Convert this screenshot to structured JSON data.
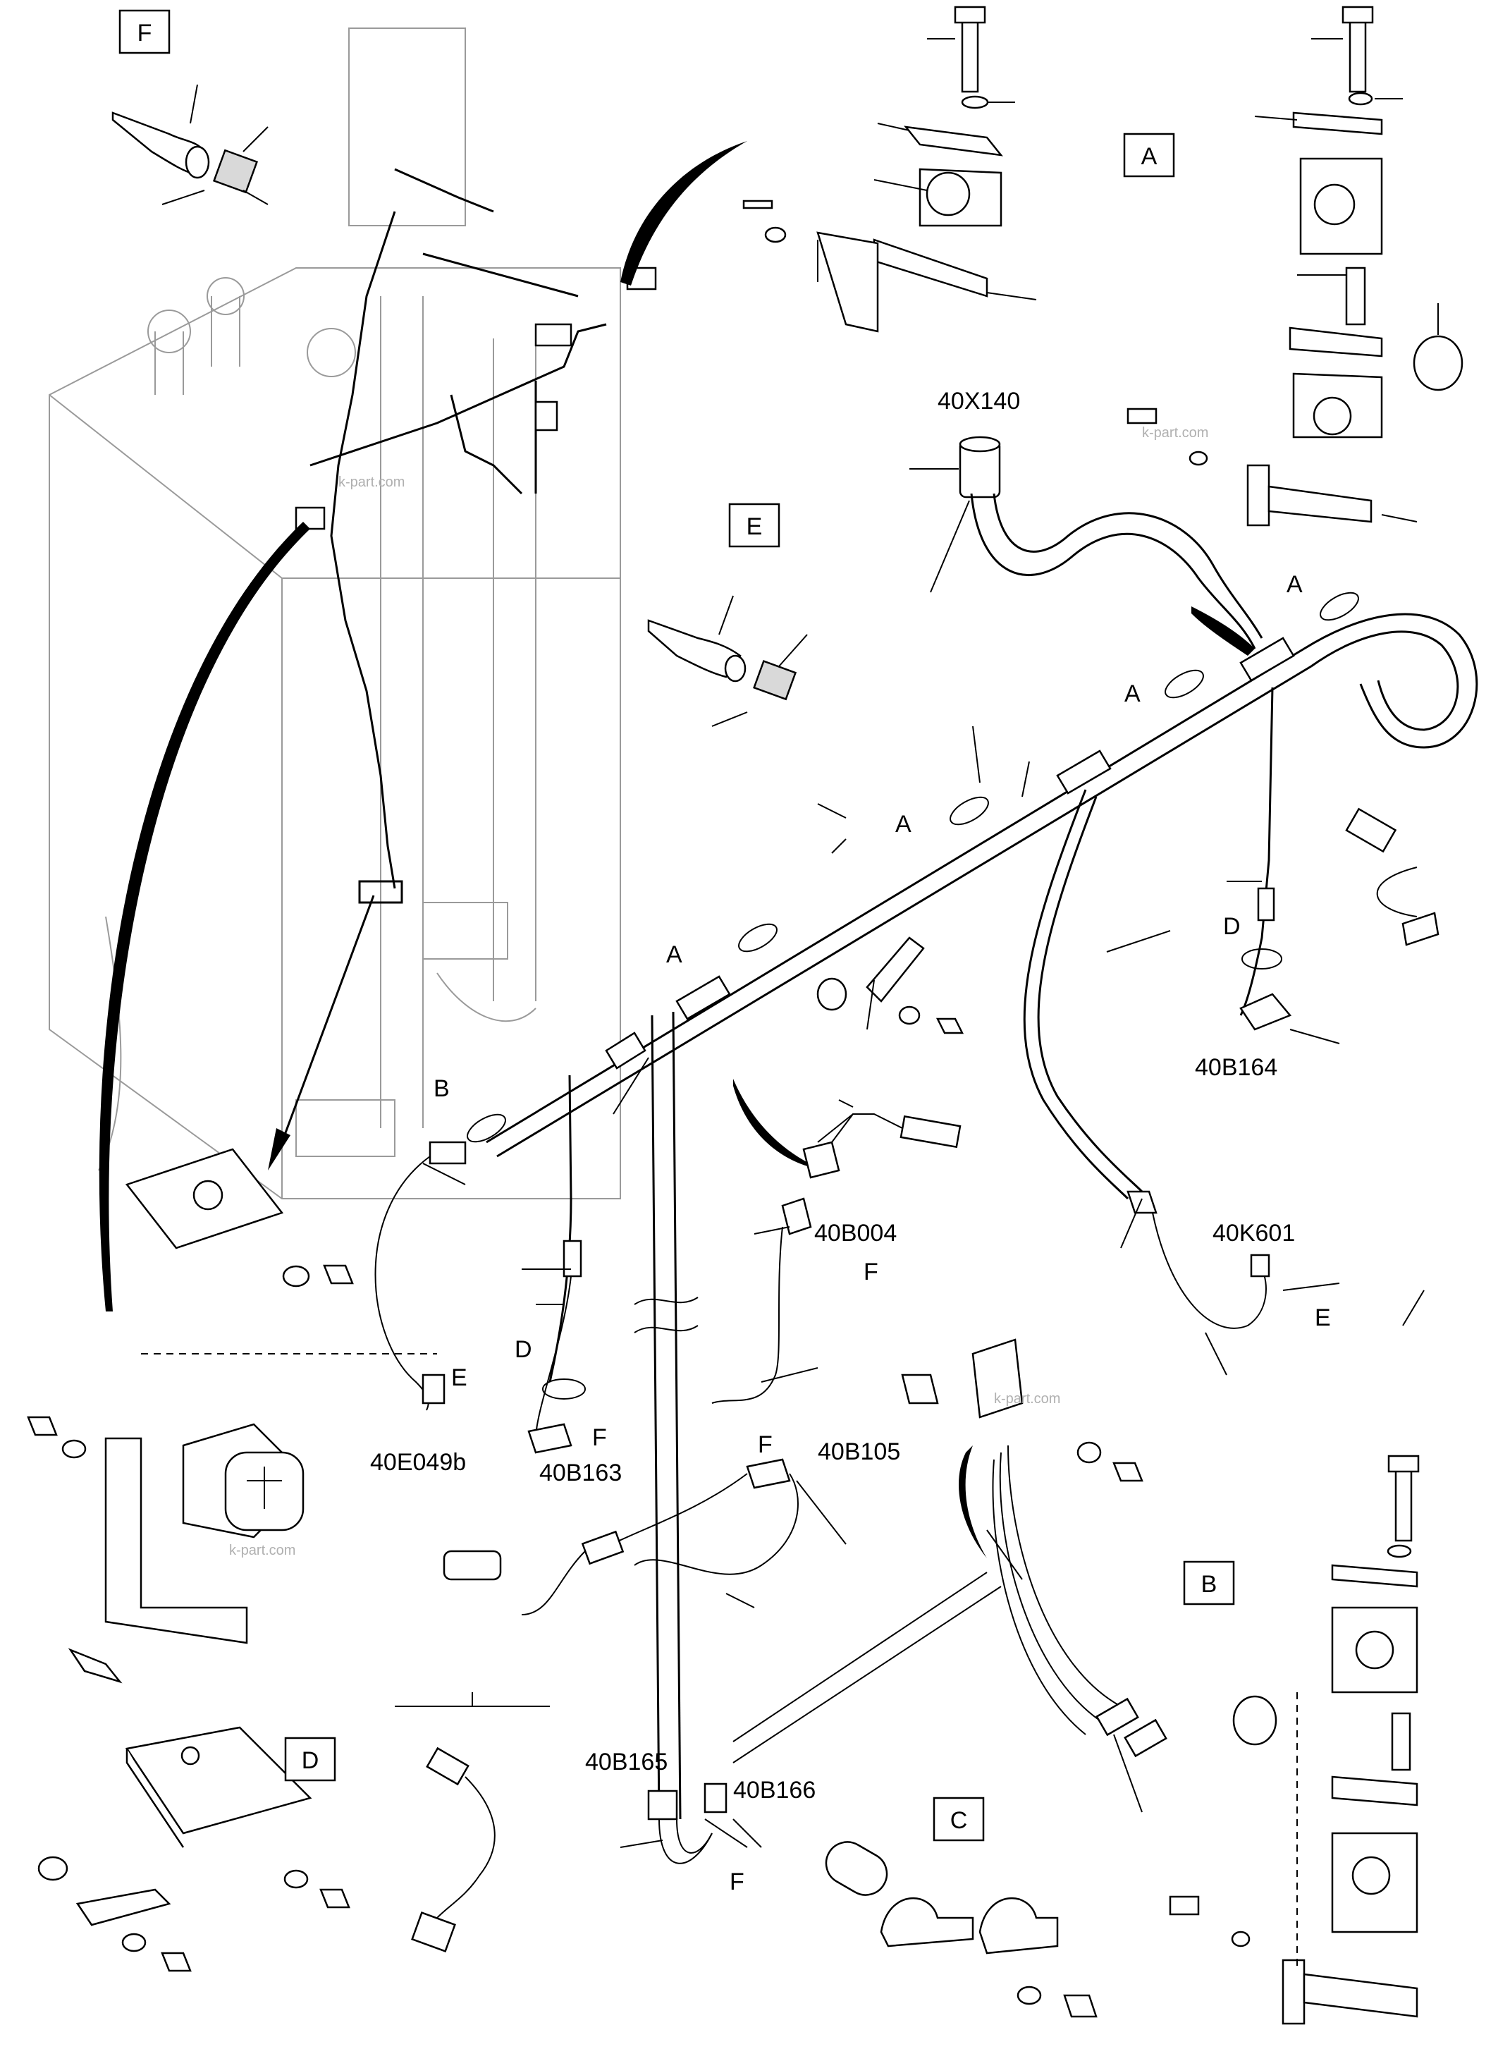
{
  "detail_boxes": {
    "F": "F",
    "A": "A",
    "E": "E",
    "B": "B",
    "D": "D",
    "C": "C"
  },
  "component_labels": {
    "x140": "40X140",
    "b164": "40B164",
    "b004": "40B004",
    "k601": "40K601",
    "e049b": "40E049b",
    "b163": "40B163",
    "b105": "40B105",
    "b165": "40B165",
    "b166": "40B166"
  },
  "callouts": {
    "a1": "A",
    "a2": "A",
    "a3": "A",
    "a4": "A",
    "b1": "B",
    "d1": "D",
    "d2": "D",
    "e1": "E",
    "e2": "E",
    "f1": "F",
    "f2": "F",
    "f3": "F",
    "f4": "F"
  },
  "watermarks": {
    "w1": "k-part.com",
    "w2": "k-part.com",
    "w3": "k-part.com",
    "w4": "k-part.com"
  }
}
